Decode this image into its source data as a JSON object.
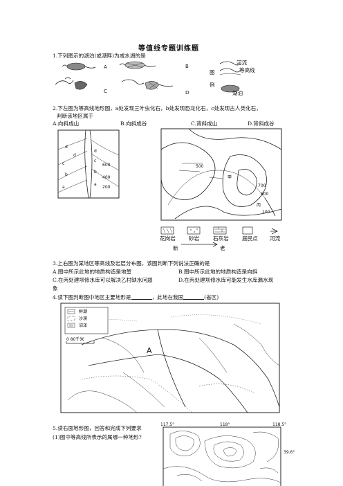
{
  "title": "等值线专题训练题",
  "q1": {
    "text": "1.下列图示的湖泊(或潮畔)为咸水湖的是",
    "options": [
      "A",
      "B",
      "C",
      "D"
    ],
    "legend": {
      "label_col1": "图",
      "label_col2": "例",
      "river": "河流",
      "contour": "等高线",
      "lake": "湖泊"
    }
  },
  "q2": {
    "line1": "2.下左图为等高线地形图，a处发现三叶虫化石，b处发现恐龙化石，c处发现古人类化石，",
    "line2": "判断该地区属于",
    "options": [
      "A.向斜成山",
      "B.向斜成谷",
      "C.背斜成山",
      "D.背斜成谷"
    ],
    "left_map": {
      "strata": [
        "d",
        "d",
        "c",
        "b",
        "a",
        "d",
        "c",
        "b",
        "a"
      ],
      "contours": [
        "600",
        "400",
        "200"
      ]
    },
    "right_map": {
      "contours": [
        "500",
        "700",
        "600",
        "100"
      ],
      "village": "甲",
      "village2": "丙"
    },
    "legend": [
      "花岗岩",
      "砂岩",
      "石灰岩",
      "居民点",
      "河流"
    ],
    "legend_sub": [
      "新",
      "老"
    ]
  },
  "q3": {
    "stem": "3.上右图为某地区等高线及岩层分布图，该图判断下列说法正确的是",
    "options": [
      "A.图中所示此地的地质构造是地堑",
      "B.图中所示此地的地质构造是向斜",
      "C.在丙处建坝修水库可以解决乙村缺水问题",
      "D.在丙处建坝修水库可能发生水库漏水现"
    ],
    "option_d_cont": "象"
  },
  "q4": {
    "stem_a": "4.读下图判断图中地区主要地形是",
    "stem_b": "，此地在我国",
    "stem_c": "(省区)",
    "legend": [
      "鲜潮",
      "沙漠",
      "沼泽"
    ],
    "scale": "0  80千米",
    "label": "A"
  },
  "q5": {
    "stem": "5.读右面地形图，回答和完成下列要求",
    "sub1": "(1)图中等高线所表示的属哪一种地形?",
    "lon": [
      "117.5°",
      "118°",
      "118.5°"
    ],
    "lat": "39.6°"
  }
}
